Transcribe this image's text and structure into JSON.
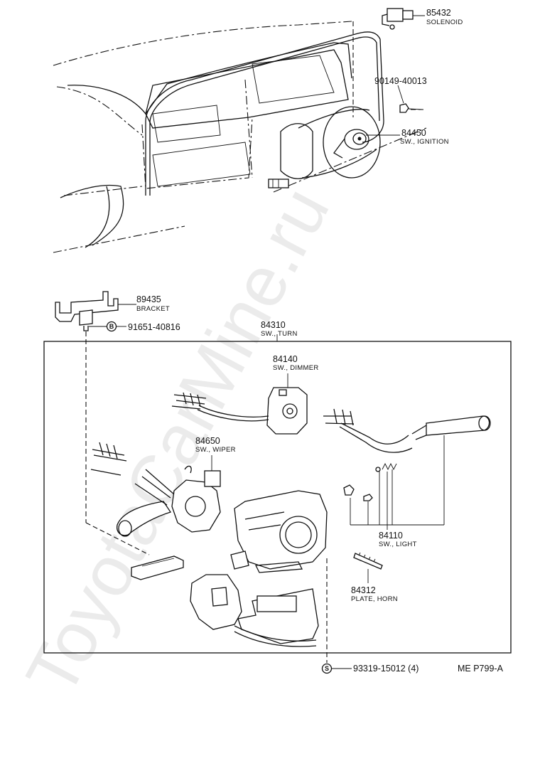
{
  "watermark": "ToyotaCarMine.ru",
  "reference_code": "ME P799-A",
  "parts": [
    {
      "id": "solenoid",
      "number": "85432",
      "name": "SOLENOID"
    },
    {
      "id": "bolt-90149",
      "number": "90149-40013",
      "name": ""
    },
    {
      "id": "sw-ignition",
      "number": "84450",
      "name": "SW., IGNITION"
    },
    {
      "id": "bracket",
      "number": "89435",
      "name": "BRACKET"
    },
    {
      "id": "screw-91651",
      "number": "91651-40816",
      "name": "",
      "symbol": "B"
    },
    {
      "id": "sw-turn",
      "number": "84310",
      "name": "SW., TURN"
    },
    {
      "id": "sw-dimmer",
      "number": "84140",
      "name": "SW., DIMMER"
    },
    {
      "id": "sw-wiper",
      "number": "84650",
      "name": "SW., WIPER"
    },
    {
      "id": "sw-light",
      "number": "84110",
      "name": "SW., LIGHT"
    },
    {
      "id": "plate-horn",
      "number": "84312",
      "name": "PLATE, HORN"
    },
    {
      "id": "screw-93319",
      "number": "93319-15012 (4)",
      "name": "",
      "symbol": "S"
    }
  ]
}
